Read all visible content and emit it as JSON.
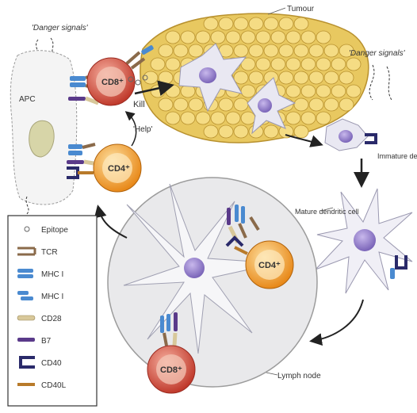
{
  "labels": {
    "danger_signals_left": "'Danger signals'",
    "danger_signals_right": "'Danger signals'",
    "tumour": "Tumour",
    "apc": "APC",
    "cd8_top": "CD8⁺",
    "cd4_left": "CD4⁺",
    "kill": "Kill",
    "help": "'Help'",
    "immature_dc": "Immature dendritic cell",
    "mature_dc": "Mature dendritic cell",
    "cd4_node": "CD4⁺",
    "cd8_node": "CD8⁺",
    "lymph_node": "Lymph node"
  },
  "legend": {
    "items": [
      {
        "icon": "epitope-icon",
        "label": "Epitope"
      },
      {
        "icon": "tcr-icon",
        "label": "TCR"
      },
      {
        "icon": "mhc-i-icon",
        "label": "MHC I"
      },
      {
        "icon": "mhc-ii-icon",
        "label": "MHC I"
      },
      {
        "icon": "cd28-icon",
        "label": "CD28"
      },
      {
        "icon": "b7-icon",
        "label": "B7"
      },
      {
        "icon": "cd40-icon",
        "label": "CD40"
      },
      {
        "icon": "cd40l-icon",
        "label": "CD40L"
      }
    ]
  },
  "colors": {
    "tumour_cell": "#f5dc84",
    "tumour_edge": "#b8912e",
    "cd8": "#d04a3a",
    "cd4": "#ee9a2a",
    "dendritic": "#eeeef4",
    "nucleus": "#8c78c4",
    "mhc": "#4a8ad0",
    "tcr": "#8a6a4a",
    "b7": "#5a3a8a",
    "cd40": "#2a2a6a",
    "cd40l": "#b87a2a",
    "cd28": "#d8c89a"
  }
}
